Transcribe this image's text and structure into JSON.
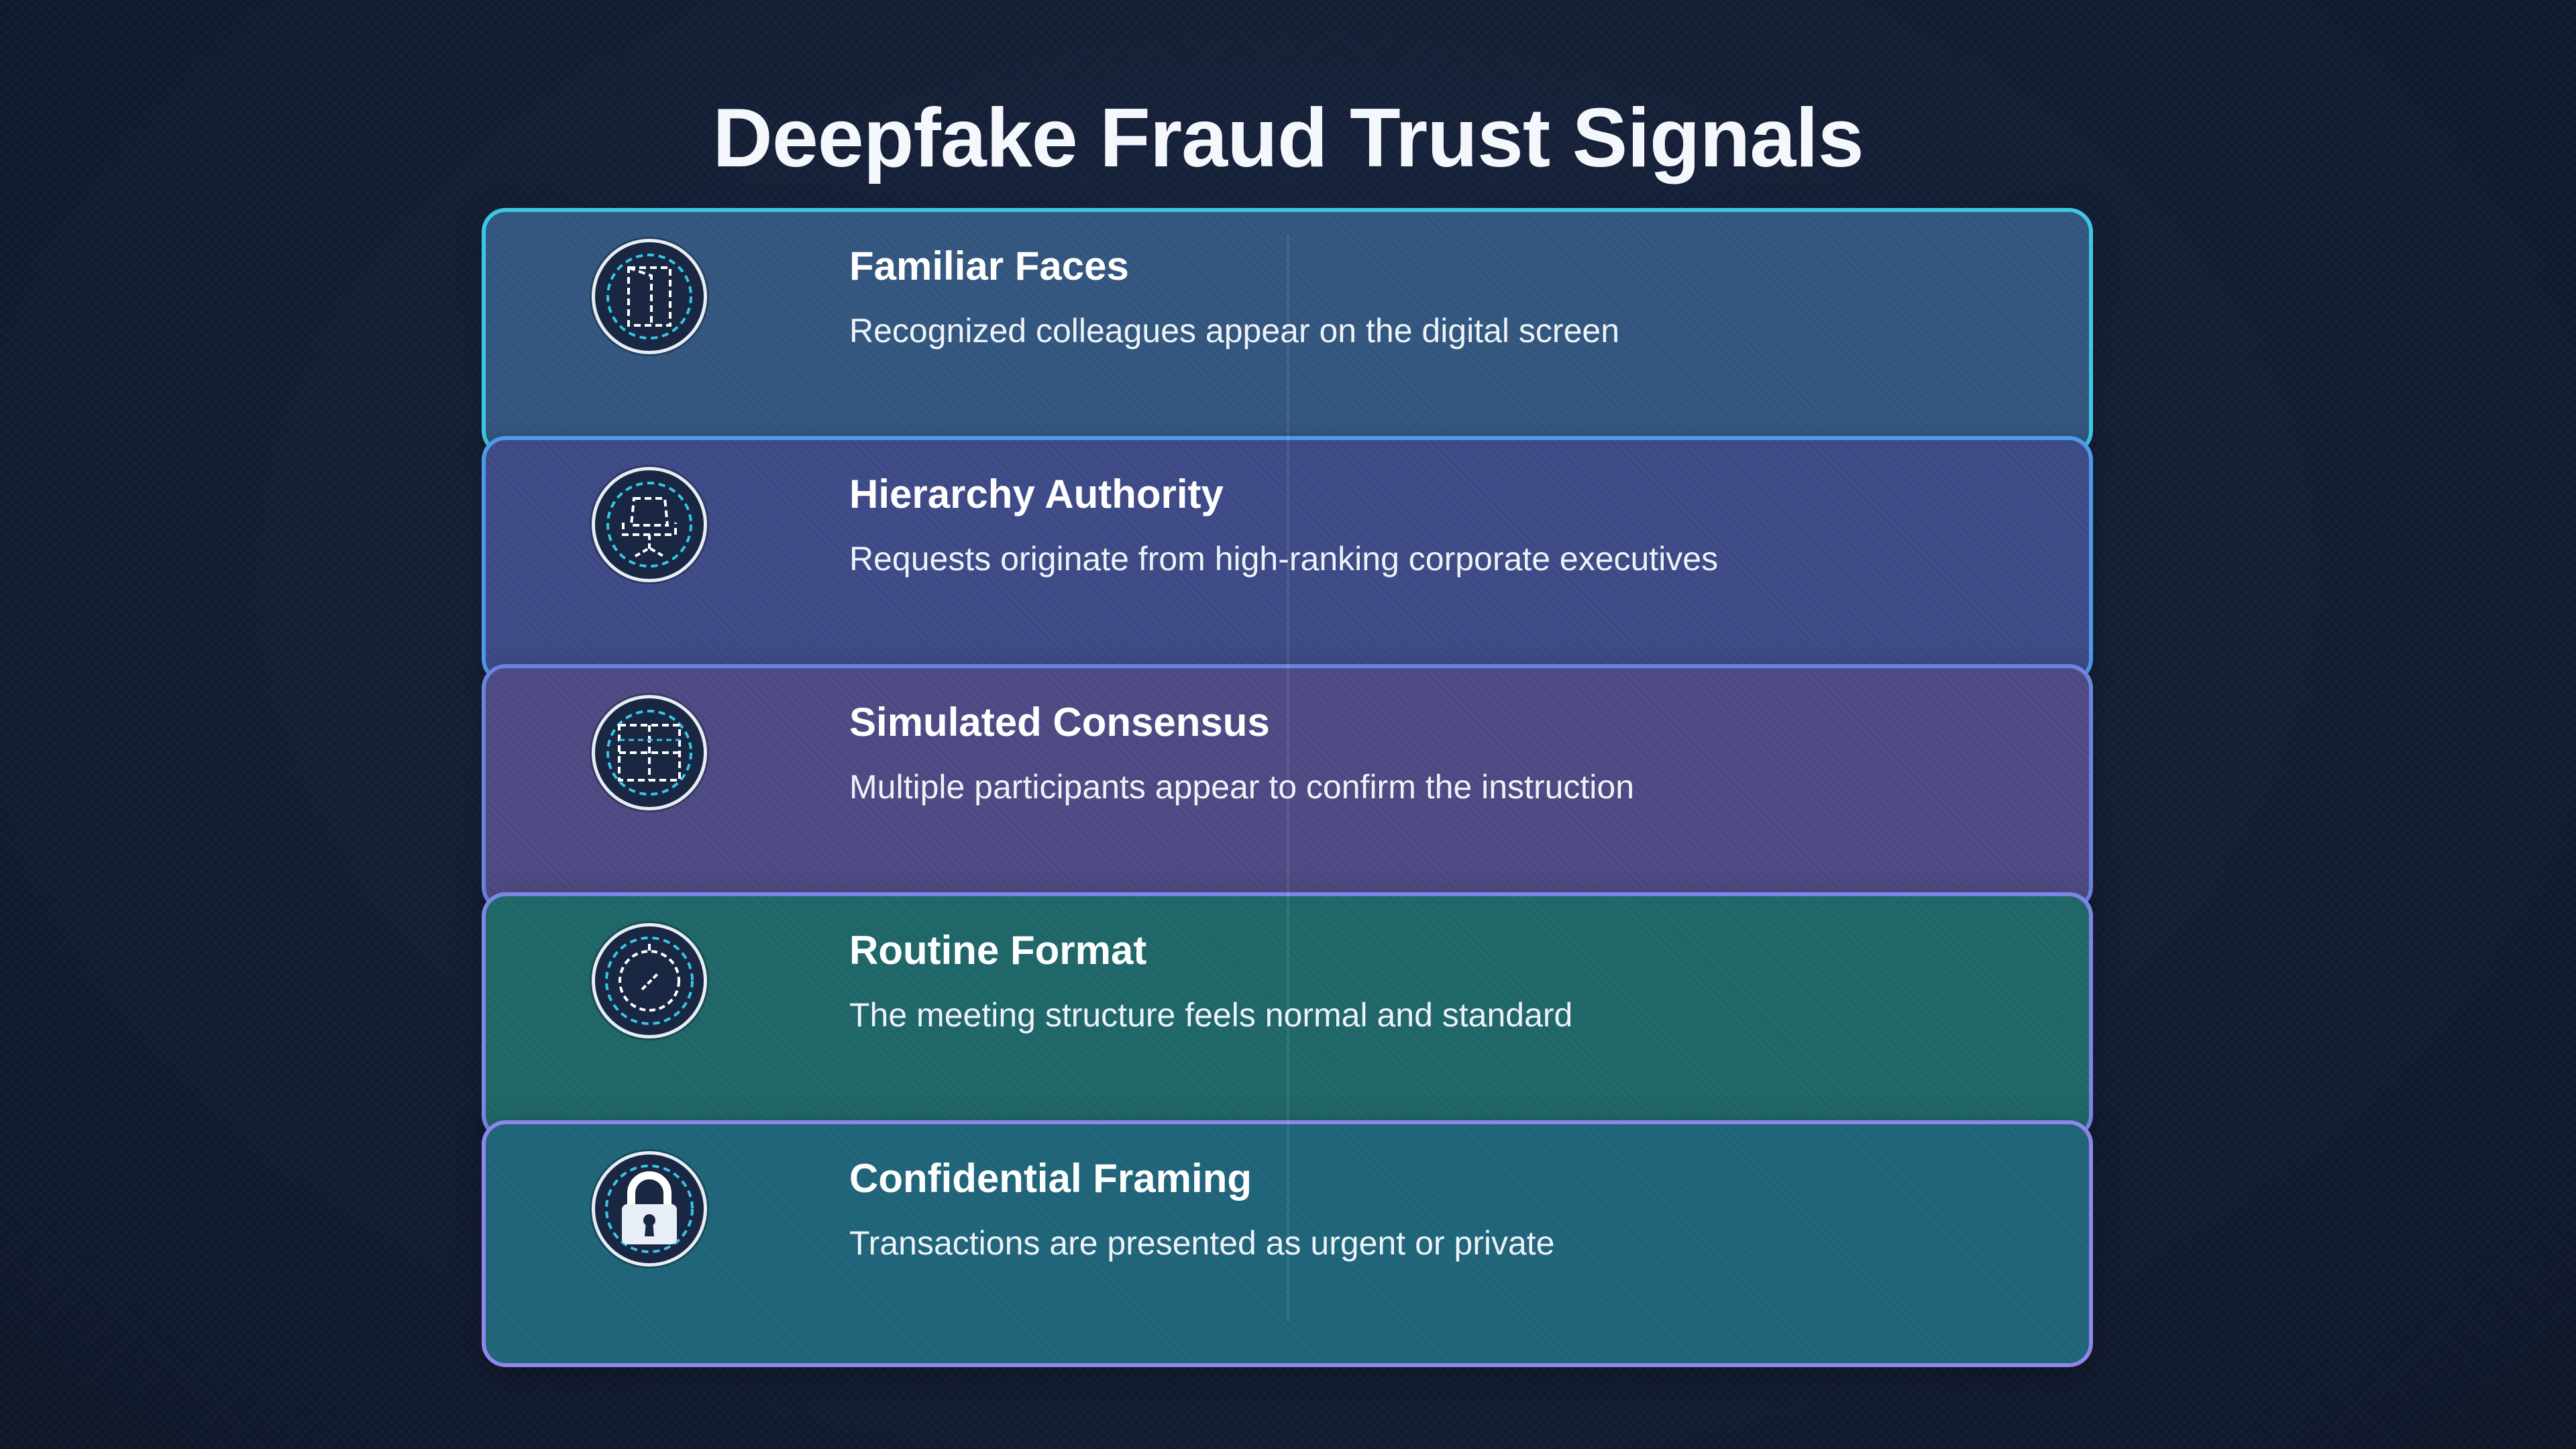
{
  "title": "Deepfake Fraud Trust Signals",
  "signals": [
    {
      "title": "Familiar Faces",
      "description": "Recognized colleagues appear on the digital screen",
      "icon": "screen-panel-icon",
      "color": "#33567f",
      "border": "#3cc8e4"
    },
    {
      "title": "Hierarchy Authority",
      "description": "Requests originate from high-ranking corporate executives",
      "icon": "office-chair-icon",
      "color": "#3d4a86",
      "border": "#4c9be8"
    },
    {
      "title": "Simulated Consensus",
      "description": "Multiple participants appear to confirm the instruction",
      "icon": "video-grid-icon",
      "color": "#4d4a83",
      "border": "#6b84e0"
    },
    {
      "title": "Routine Format",
      "description": "The meeting structure feels normal and standard",
      "icon": "clock-icon",
      "color": "#1f6668",
      "border": "#7d86e6"
    },
    {
      "title": "Confidential Framing",
      "description": "Transactions are presented as urgent or private",
      "icon": "padlock-icon",
      "color": "#1f6479",
      "border": "#8e86ea"
    }
  ]
}
